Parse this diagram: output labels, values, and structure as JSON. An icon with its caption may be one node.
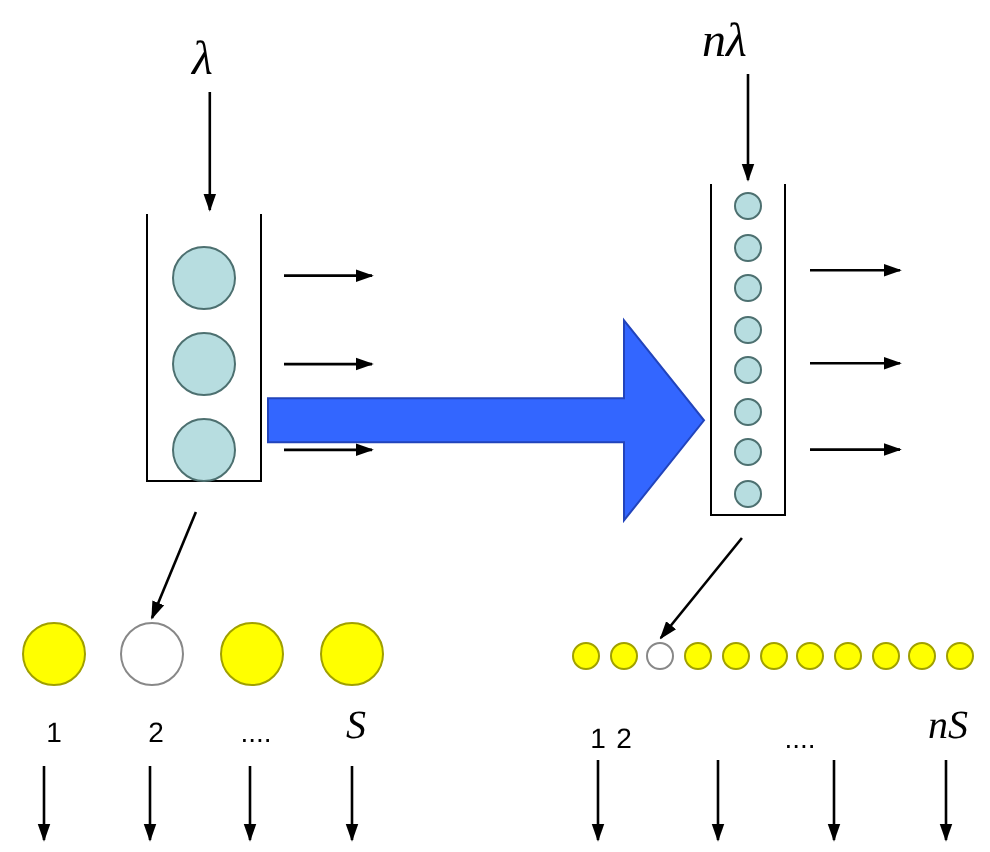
{
  "diagram": {
    "nodes": [
      {
        "text": [
          "λ"
        ]
      },
      {
        "text": [],
        "shape": "box"
      },
      {
        "text": [],
        "shape": "circle",
        "in": 1
      },
      {
        "text": [],
        "shape": "circle",
        "in": 1
      },
      {
        "text": [],
        "shape": "circle",
        "in": 1
      },
      {
        "text": [
          "nλ"
        ]
      },
      {
        "text": [],
        "shape": "box"
      },
      {
        "text": [],
        "shape": "circle",
        "in": 6
      },
      {
        "text": [],
        "shape": "circle",
        "in": 6
      },
      {
        "text": [],
        "shape": "circle",
        "in": 6
      },
      {
        "text": [],
        "shape": "circle",
        "in": 6
      },
      {
        "text": [],
        "shape": "circle",
        "in": 6
      },
      {
        "text": [],
        "shape": "circle",
        "in": 6
      },
      {
        "text": [],
        "shape": "circle",
        "in": 6
      },
      {
        "text": [],
        "shape": "circle",
        "in": 6
      },
      {
        "text": [],
        "shape": "circle"
      },
      {
        "text": [],
        "shape": "circle"
      },
      {
        "text": [],
        "shape": "circle"
      },
      {
        "text": [],
        "shape": "circle"
      },
      {
        "text": [],
        "shape": "circle"
      },
      {
        "text": [],
        "shape": "circle"
      },
      {
        "text": [],
        "shape": "circle"
      },
      {
        "text": [],
        "shape": "circle"
      },
      {
        "text": [],
        "shape": "circle"
      },
      {
        "text": [],
        "shape": "circle"
      },
      {
        "text": [],
        "shape": "circle"
      },
      {
        "text": [],
        "shape": "circle"
      },
      {
        "text": [],
        "shape": "circle"
      },
      {
        "text": [],
        "shape": "circle"
      },
      {
        "text": [],
        "shape": "circle"
      }
    ],
    "edges": [
      {
        "from": 0,
        "to": 1,
        "arrow": "to"
      },
      {
        "from": 1,
        "to": null,
        "arrow": "to"
      },
      {
        "from": 1,
        "to": null,
        "arrow": "to"
      },
      {
        "from": 1,
        "to": null,
        "arrow": "to"
      },
      {
        "from": 1,
        "to": 6,
        "arrow": "to",
        "style": "thick",
        "color": "#3366ff"
      },
      {
        "from": 5,
        "to": 6,
        "arrow": "to"
      },
      {
        "from": 6,
        "to": null,
        "arrow": "to"
      },
      {
        "from": 6,
        "to": null,
        "arrow": "to"
      },
      {
        "from": 6,
        "to": null,
        "arrow": "to"
      },
      {
        "from": 1,
        "to": 16,
        "arrow": "to"
      },
      {
        "from": 6,
        "to": 21,
        "arrow": "to"
      }
    ],
    "labels": [
      "1",
      "2",
      "....",
      "S",
      "1",
      "2",
      "....",
      "nS"
    ]
  }
}
